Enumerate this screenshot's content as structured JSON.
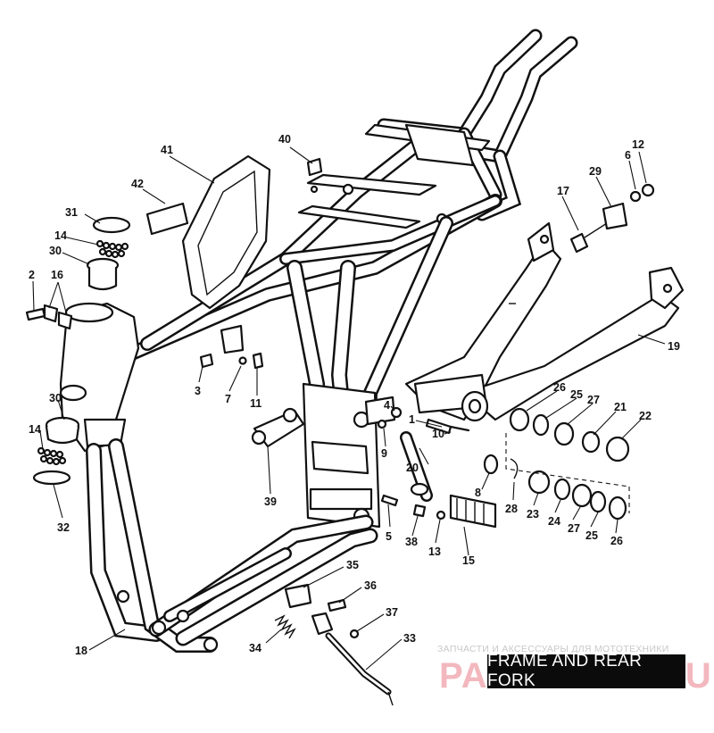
{
  "title": "FRAME AND REAR FORK",
  "watermark": {
    "caption": "ЗАПЧАСТИ И АКСЕССУАРЫ ДЛЯ МОТОТЕХНИКИ",
    "logo": "PARTSCOM.RU"
  },
  "callouts": {
    "p1": "1",
    "p2": "2",
    "p3": "3",
    "p4": "4",
    "p5": "5",
    "p6": "6",
    "p7": "7",
    "p8": "8",
    "p9": "9",
    "p10": "10",
    "p11": "11",
    "p12": "12",
    "p13": "13",
    "p14a": "14",
    "p14b": "14",
    "p15": "15",
    "p16": "16",
    "p17": "17",
    "p18": "18",
    "p19": "19",
    "p20": "20",
    "p21": "21",
    "p22": "22",
    "p23": "23",
    "p24": "24",
    "p25a": "25",
    "p25b": "25",
    "p26a": "26",
    "p26b": "26",
    "p27a": "27",
    "p27b": "27",
    "p28": "28",
    "p29": "29",
    "p30a": "30",
    "p30b": "30",
    "p31": "31",
    "p32": "32",
    "p33": "33",
    "p34": "34",
    "p35": "35",
    "p36": "36",
    "p37": "37",
    "p38": "38",
    "p39": "39",
    "p40": "40",
    "p41": "41",
    "p42": "42"
  },
  "colors": {
    "ink": "#111111",
    "banner": "#0b0b0b",
    "watermark": "#f2b8be"
  }
}
